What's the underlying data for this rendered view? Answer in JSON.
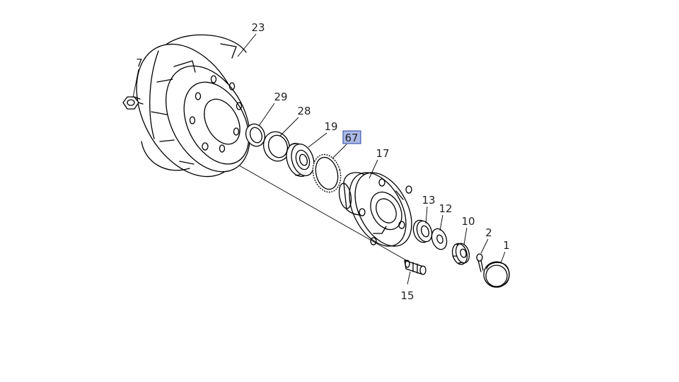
{
  "colors": {
    "line": "#000000",
    "background": "#ffffff",
    "highlight": "#aab8e6",
    "highlight_border": "#2a3fa0"
  },
  "highlighted_callout": "67",
  "callouts": [
    "23",
    "7",
    "29",
    "28",
    "19",
    "67",
    "17",
    "13",
    "12",
    "10",
    "2",
    "1",
    "15"
  ]
}
